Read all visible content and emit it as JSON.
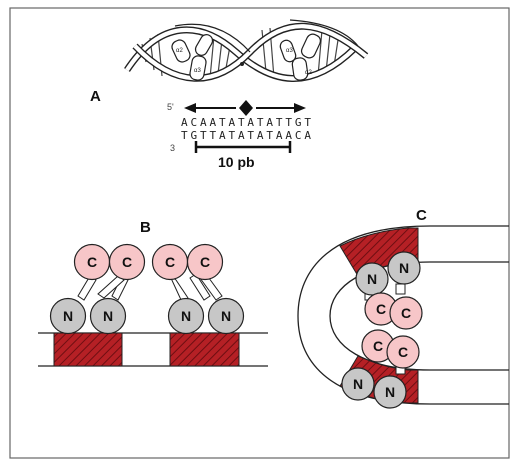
{
  "panels": {
    "a": {
      "label": "A",
      "strand_top_end": "5'",
      "strand_bottom_end": "3",
      "sequence_top": "ACAATATATATTGT",
      "sequence_bottom": "TGTTATATATAACA",
      "scale_label": "10 pb",
      "helix_tags": [
        "α2",
        "α3",
        "α3",
        "α2"
      ]
    },
    "b": {
      "label": "B"
    },
    "c": {
      "label": "C"
    }
  },
  "domain_labels": {
    "c_domain": "C",
    "n_domain": "N"
  },
  "colors": {
    "c_domain_fill": "#f7c6c8",
    "n_domain_fill": "#c7c7c7",
    "dna_block": "#b52025",
    "stroke": "#222222",
    "frame": "#666666"
  }
}
